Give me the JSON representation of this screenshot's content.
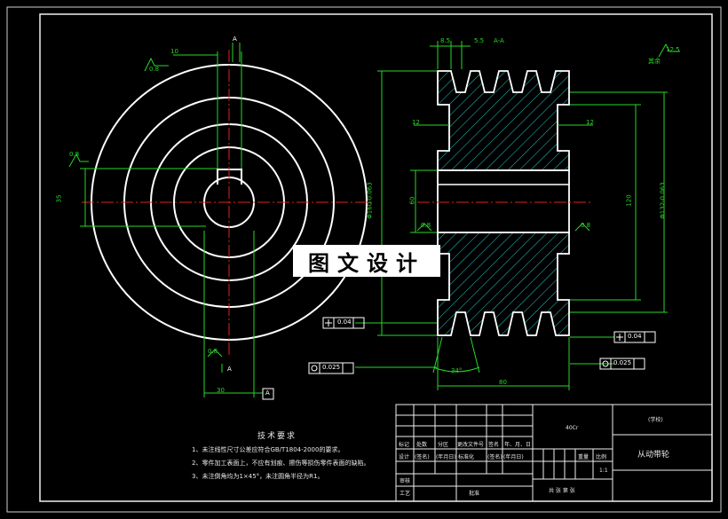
{
  "watermark": "图文设计",
  "tech": {
    "title": "技术要求",
    "notes": [
      "1、未注线性尺寸公差应符合GB/T1804-2000的要求。",
      "2、零件加工表面上，不应有划痕、擦伤等损伤零件表面的缺陷。",
      "3、未注倒角均为1×45°，未注圆角半径为R1。"
    ]
  },
  "title_block": {
    "material": "40Cr",
    "school": "(学校)",
    "part_name": "从动带轮",
    "row_labels_1": [
      "标记",
      "处数",
      "分区",
      "更改文件号",
      "签名",
      "年、月、日"
    ],
    "row_labels_2": [
      "设计",
      "(签名)",
      "(年月日)",
      "标准化",
      "(签名)",
      "(年月日)"
    ],
    "col_labels": [
      "重量",
      "比例"
    ],
    "scale": "1:1",
    "review": "审核",
    "process": "工艺",
    "approve": "批准",
    "sheets": "共   张  第   张"
  },
  "dims": {
    "section_label": "A-A",
    "a_top": "A",
    "a_bottom": "A",
    "d_85": "8.5",
    "d_55": "5.5",
    "ra_125": "12.5",
    "rest": "其余",
    "ra_08_a": "0.8",
    "ra_08_b": "0.8",
    "ra_08_c": "0.8",
    "ra_08_d": "0.8",
    "ra_08_e": "0.8",
    "groove_w": "10",
    "key_h": "35",
    "bore": "30",
    "d_12a": "12",
    "d_12b": "12",
    "d_60": "60",
    "d_120": "120",
    "d_160": "Φ160-0.063",
    "d_132": "Φ132-0.063",
    "angle": "34°",
    "width_80": "80",
    "tol_perp_a": "0.04",
    "tol_perp_b": "0.04",
    "tol_run_a": "0.025",
    "tol_run_b": "0.025",
    "datum": "A"
  }
}
